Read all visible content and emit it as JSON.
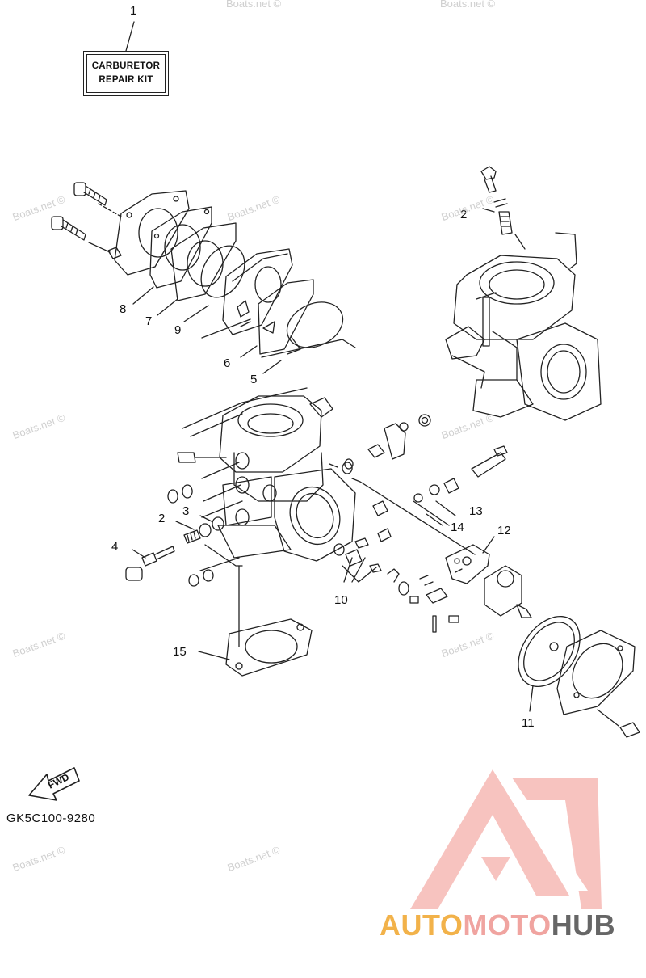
{
  "repair_kit": {
    "line1": "CARBURETOR",
    "line2": "REPAIR KIT"
  },
  "callouts": {
    "c1": "1",
    "c2a": "2",
    "c2b": "2",
    "c3": "3",
    "c4": "4",
    "c5": "5",
    "c6": "6",
    "c7": "7",
    "c8": "8",
    "c9": "9",
    "c10": "10",
    "c11": "11",
    "c12": "12",
    "c13": "13",
    "c14": "14",
    "c15": "15"
  },
  "watermark": "Boats.net ©",
  "fwd_label": "FWD",
  "part_number": "GK5C100-9280",
  "brand": {
    "part1": "AUTO",
    "part2": "MOTO",
    "part3": "HUB"
  },
  "colors": {
    "line": "#222222",
    "watermark": "#d0d0d0",
    "logo_red": "#f0a4a0",
    "logo_orange": "#f2b24a",
    "logo_gray": "#666666"
  }
}
